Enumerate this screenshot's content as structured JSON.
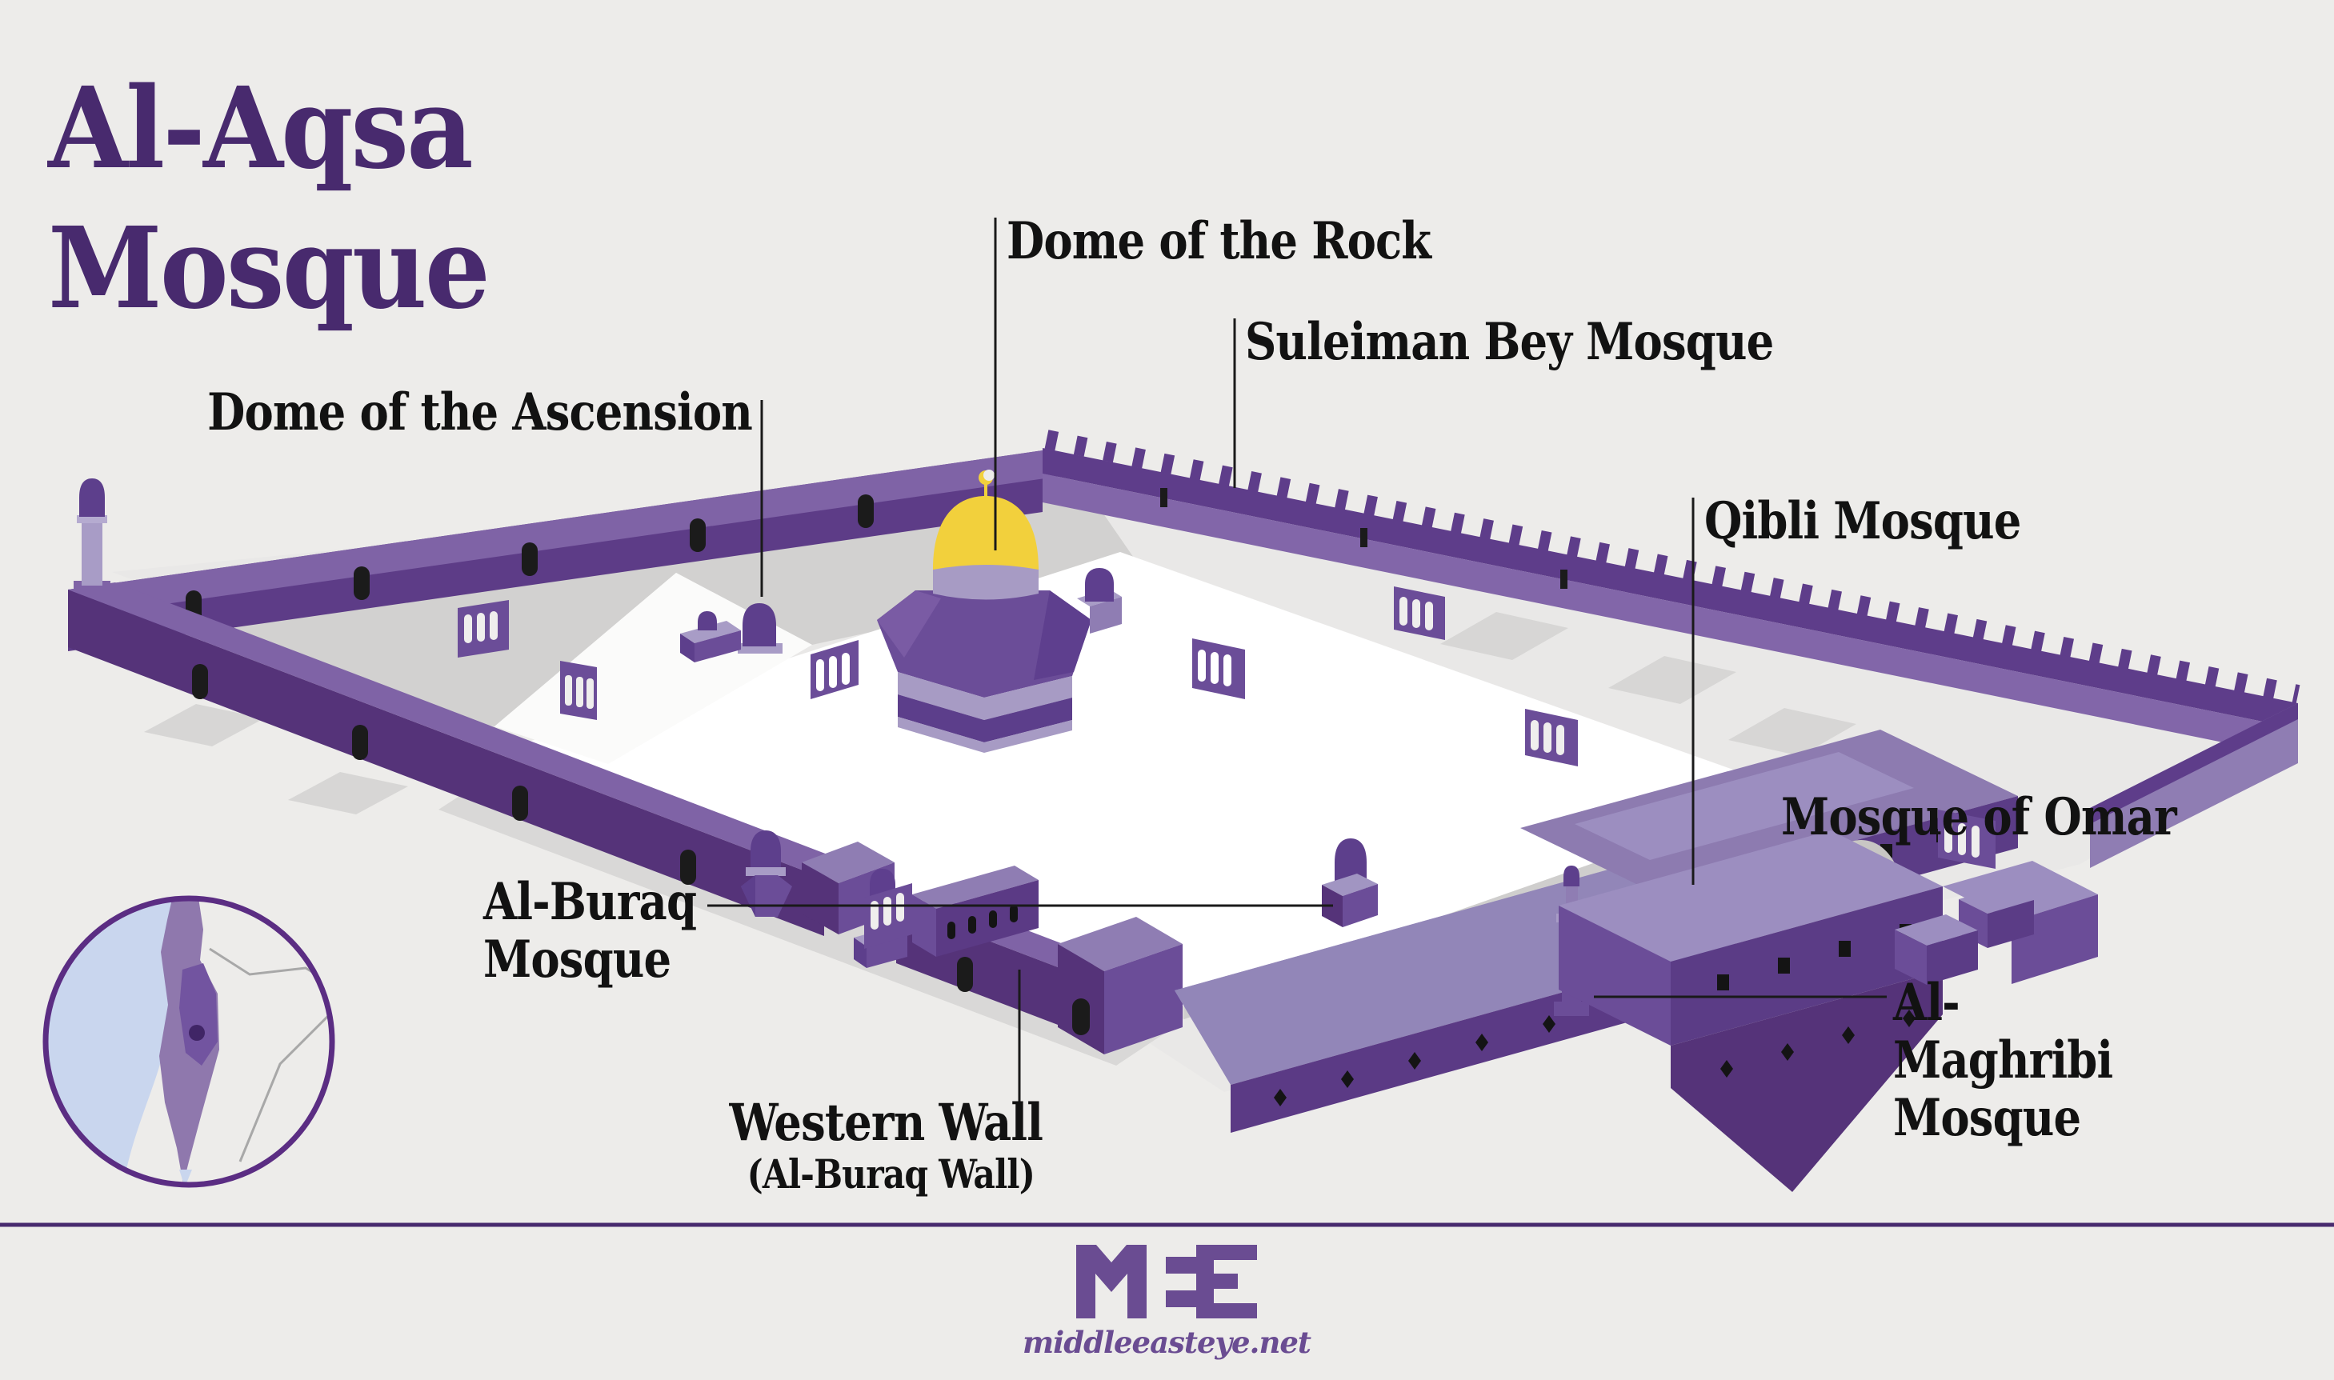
{
  "title": {
    "line1": "Al-Aqsa",
    "line2": "Mosque"
  },
  "labels": {
    "dome_of_the_rock": "Dome of the Rock",
    "suleiman_bey_mosque": "Suleiman Bey Mosque",
    "dome_of_the_ascension": "Dome of the Ascension",
    "qibli_mosque": "Qibli Mosque",
    "mosque_of_omar": "Mosque of Omar",
    "al_buraq_mosque": "Al-Buraq Mosque",
    "western_wall": "Western Wall",
    "western_wall_sub": "(Al-Buraq Wall)",
    "al_maghribi_mosque": "Al-Maghribi Mosque"
  },
  "footer": {
    "logo_text": "MEE",
    "website": "middleeasteye.net"
  },
  "colors": {
    "background": "#edecea",
    "accent_purple": "#482a6e",
    "wall_dark": "#5b3a85",
    "wall_shadow": "#553379",
    "wall_top_light": "#7f63a6",
    "wall_inner_light": "#8266a9",
    "building_mid": "#6b4d98",
    "building_roof_light": "#9c8ec0",
    "lavender": "#a89cc6",
    "dome_gold": "#f2d03c",
    "dome_gray": "#c8c6c4",
    "ground_gray": "#d2d1d0",
    "platform_white": "#ffffff",
    "sea_blue": "#c9d6ee",
    "land_purple": "#8f78ad",
    "west_bank_purple": "#7254a0",
    "marker_dot": "#402566",
    "label_black": "#121212"
  }
}
